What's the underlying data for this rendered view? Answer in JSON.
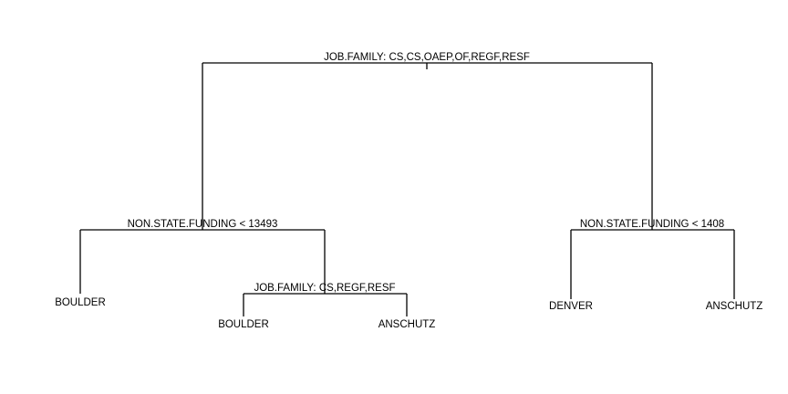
{
  "tree": {
    "root_split": "JOB.FAMILY: CS,CS,OAEP,OF,REGF,RESF",
    "left_split": "NON.STATE.FUNDING < 13493",
    "right_split": "NON.STATE.FUNDING < 1408",
    "left_right_split": "JOB.FAMILY: CS,REGF,RESF",
    "leaves": {
      "ll": "BOULDER",
      "lrl": "BOULDER",
      "lrr": "ANSCHUTZ",
      "rl": "DENVER",
      "rr": "ANSCHUTZ"
    }
  }
}
